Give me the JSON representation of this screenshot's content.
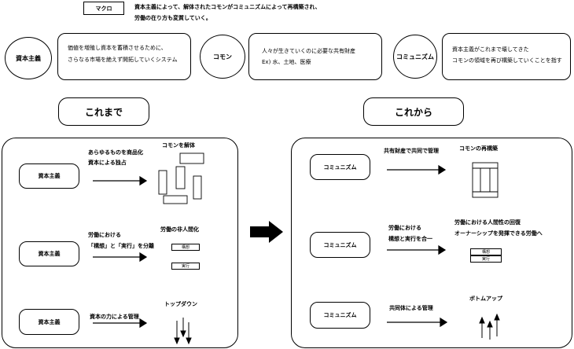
{
  "header": {
    "tag": "マクロ",
    "lines": [
      "資本主義によって、解体されたコモンがコミュニズムによって再構築され、",
      "労働の在り方も変質していく。"
    ]
  },
  "defs": [
    {
      "term": "資本主義",
      "lines": [
        "価値を増殖し資本を蓄積させるために、",
        "さらなる市場を絶えず開拓していくシステム"
      ]
    },
    {
      "term": "コモン",
      "lines": [
        "人々が生きていくのに必要な共有財産",
        "Ex) 水、土地、医療"
      ]
    },
    {
      "term": "コミュニズム",
      "lines": [
        "資本主義がこれまで壊してきた",
        "コモンの領域を再び構築していくことを指す"
      ]
    }
  ],
  "left": {
    "heading": "これまで",
    "rows": [
      {
        "label": "資本主義",
        "desc": [
          "あらゆるものを商品化",
          "資本による独占"
        ],
        "result": "コモンを解体"
      },
      {
        "label": "資本主義",
        "desc": [
          "労働における",
          "「構想」と「実行」を分離"
        ],
        "result": "労働の非人間化",
        "mini": [
          "構想",
          "実行"
        ]
      },
      {
        "label": "資本主義",
        "desc": [
          "資本の力による管理"
        ],
        "result": "トップダウン"
      }
    ]
  },
  "right": {
    "heading": "これから",
    "rows": [
      {
        "label": "コミュニズム",
        "desc": [
          "共有財産で共同で管理"
        ],
        "result": [
          "コモンの再構築"
        ]
      },
      {
        "label": "コミュニズム",
        "desc": [
          "労働における",
          "構想と実行を合一"
        ],
        "result": [
          "労働における人間性の回復",
          "オーナーシップを発揮できる労働へ"
        ],
        "mini": [
          "構想",
          "実行"
        ]
      },
      {
        "label": "コミュニズム",
        "desc": [
          "共同体による管理"
        ],
        "result": [
          "ボトムアップ"
        ]
      }
    ]
  }
}
